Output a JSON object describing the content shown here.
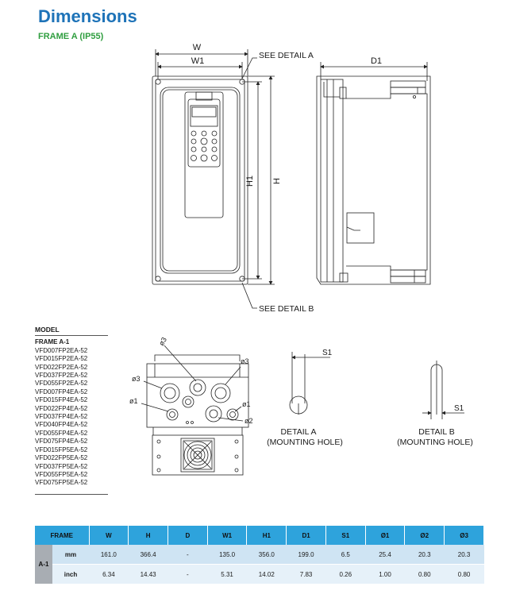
{
  "page": {
    "title": "Dimensions",
    "subtitle": "FRAME A (IP55)"
  },
  "labels": {
    "w": "W",
    "w1": "W1",
    "h": "H",
    "h1": "H1",
    "d1": "D1",
    "see_detail_a": "SEE DETAIL A",
    "see_detail_b": "SEE DETAIL B",
    "s1": "S1",
    "phi1": "ø1",
    "phi2": "ø2",
    "phi3": "ø3",
    "detail_a_title": "DETAIL A",
    "detail_a_sub": "(MOUNTING HOLE)",
    "detail_b_title": "DETAIL B",
    "detail_b_sub": "(MOUNTING HOLE)"
  },
  "models": {
    "header": "MODEL",
    "frame": "FRAME A-1",
    "items": [
      "VFD007FP2EA-52",
      "VFD015FP2EA-52",
      "VFD022FP2EA-52",
      "VFD037FP2EA-52",
      "VFD055FP2EA-52",
      "VFD007FP4EA-52",
      "VFD015FP4EA-52",
      "VFD022FP4EA-52",
      "VFD037FP4EA-52",
      "VFD040FP4EA-52",
      "VFD055FP4EA-52",
      "VFD075FP4EA-52",
      "VFD015FP5EA-52",
      "VFD022FP5EA-52",
      "VFD037FP5EA-52",
      "VFD055FP5EA-52",
      "VFD075FP5EA-52"
    ]
  },
  "table": {
    "headers": [
      "FRAME",
      "W",
      "H",
      "D",
      "W1",
      "H1",
      "D1",
      "S1",
      "Ø1",
      "Ø2",
      "Ø3"
    ],
    "frame_label": "A-1",
    "rows": [
      {
        "unit": "mm",
        "values": [
          "161.0",
          "366.4",
          "-",
          "135.0",
          "356.0",
          "199.0",
          "6.5",
          "25.4",
          "20.3",
          "20.3"
        ]
      },
      {
        "unit": "inch",
        "values": [
          "6.34",
          "14.43",
          "-",
          "5.31",
          "14.02",
          "7.83",
          "0.26",
          "1.00",
          "0.80",
          "0.80"
        ]
      }
    ]
  },
  "colors": {
    "title": "#1e73b8",
    "subtitle": "#2f9e3f",
    "table_header": "#2ea3dc",
    "row_mm": "#cfe4f3",
    "row_inch": "#e6f1f9",
    "frame_cell": "#a8adb3"
  }
}
